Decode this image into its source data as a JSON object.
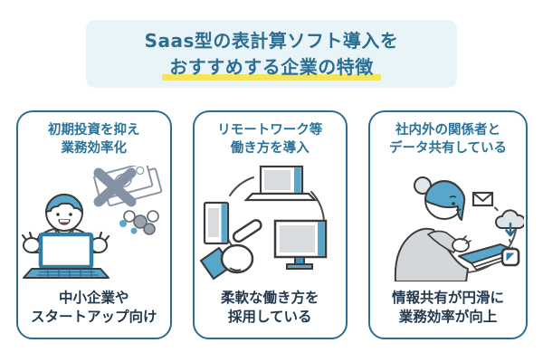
{
  "header": {
    "title_line1": "Saas型の表計算ソフト導入を",
    "title_line2": "おすすめする企業の特徴",
    "bg_color": "#e9f4f9",
    "text_color": "#2b6e91",
    "highlight_color": "#f7e45e"
  },
  "cards": [
    {
      "heading_line1": "初期投資を抑え",
      "heading_line2": "業務効率化",
      "caption_line1": "中小企業や",
      "caption_line2": "スタートアップ向け",
      "illustration": "businessman-at-laptop-with-crossed-out-money"
    },
    {
      "heading_line1": "リモートワーク等",
      "heading_line2": "働き方を導入",
      "caption_line1": "柔軟な働き方を",
      "caption_line2": "採用している",
      "illustration": "device-sync-cycle-with-pointing-hand"
    },
    {
      "heading_line1": "社内外の関係者と",
      "heading_line2": "データ共有している",
      "caption_line1": "情報共有が円滑に",
      "caption_line2": "業務効率が向上",
      "illustration": "woman-sharing-data-from-tablet"
    }
  ],
  "colors": {
    "card_border": "#2d6d92",
    "heading_text": "#2a7297",
    "caption_text": "#22394d",
    "illustration_blue": "#58a7cb",
    "illustration_grey": "#d8dcdf",
    "cross_grey": "#8492a6"
  }
}
